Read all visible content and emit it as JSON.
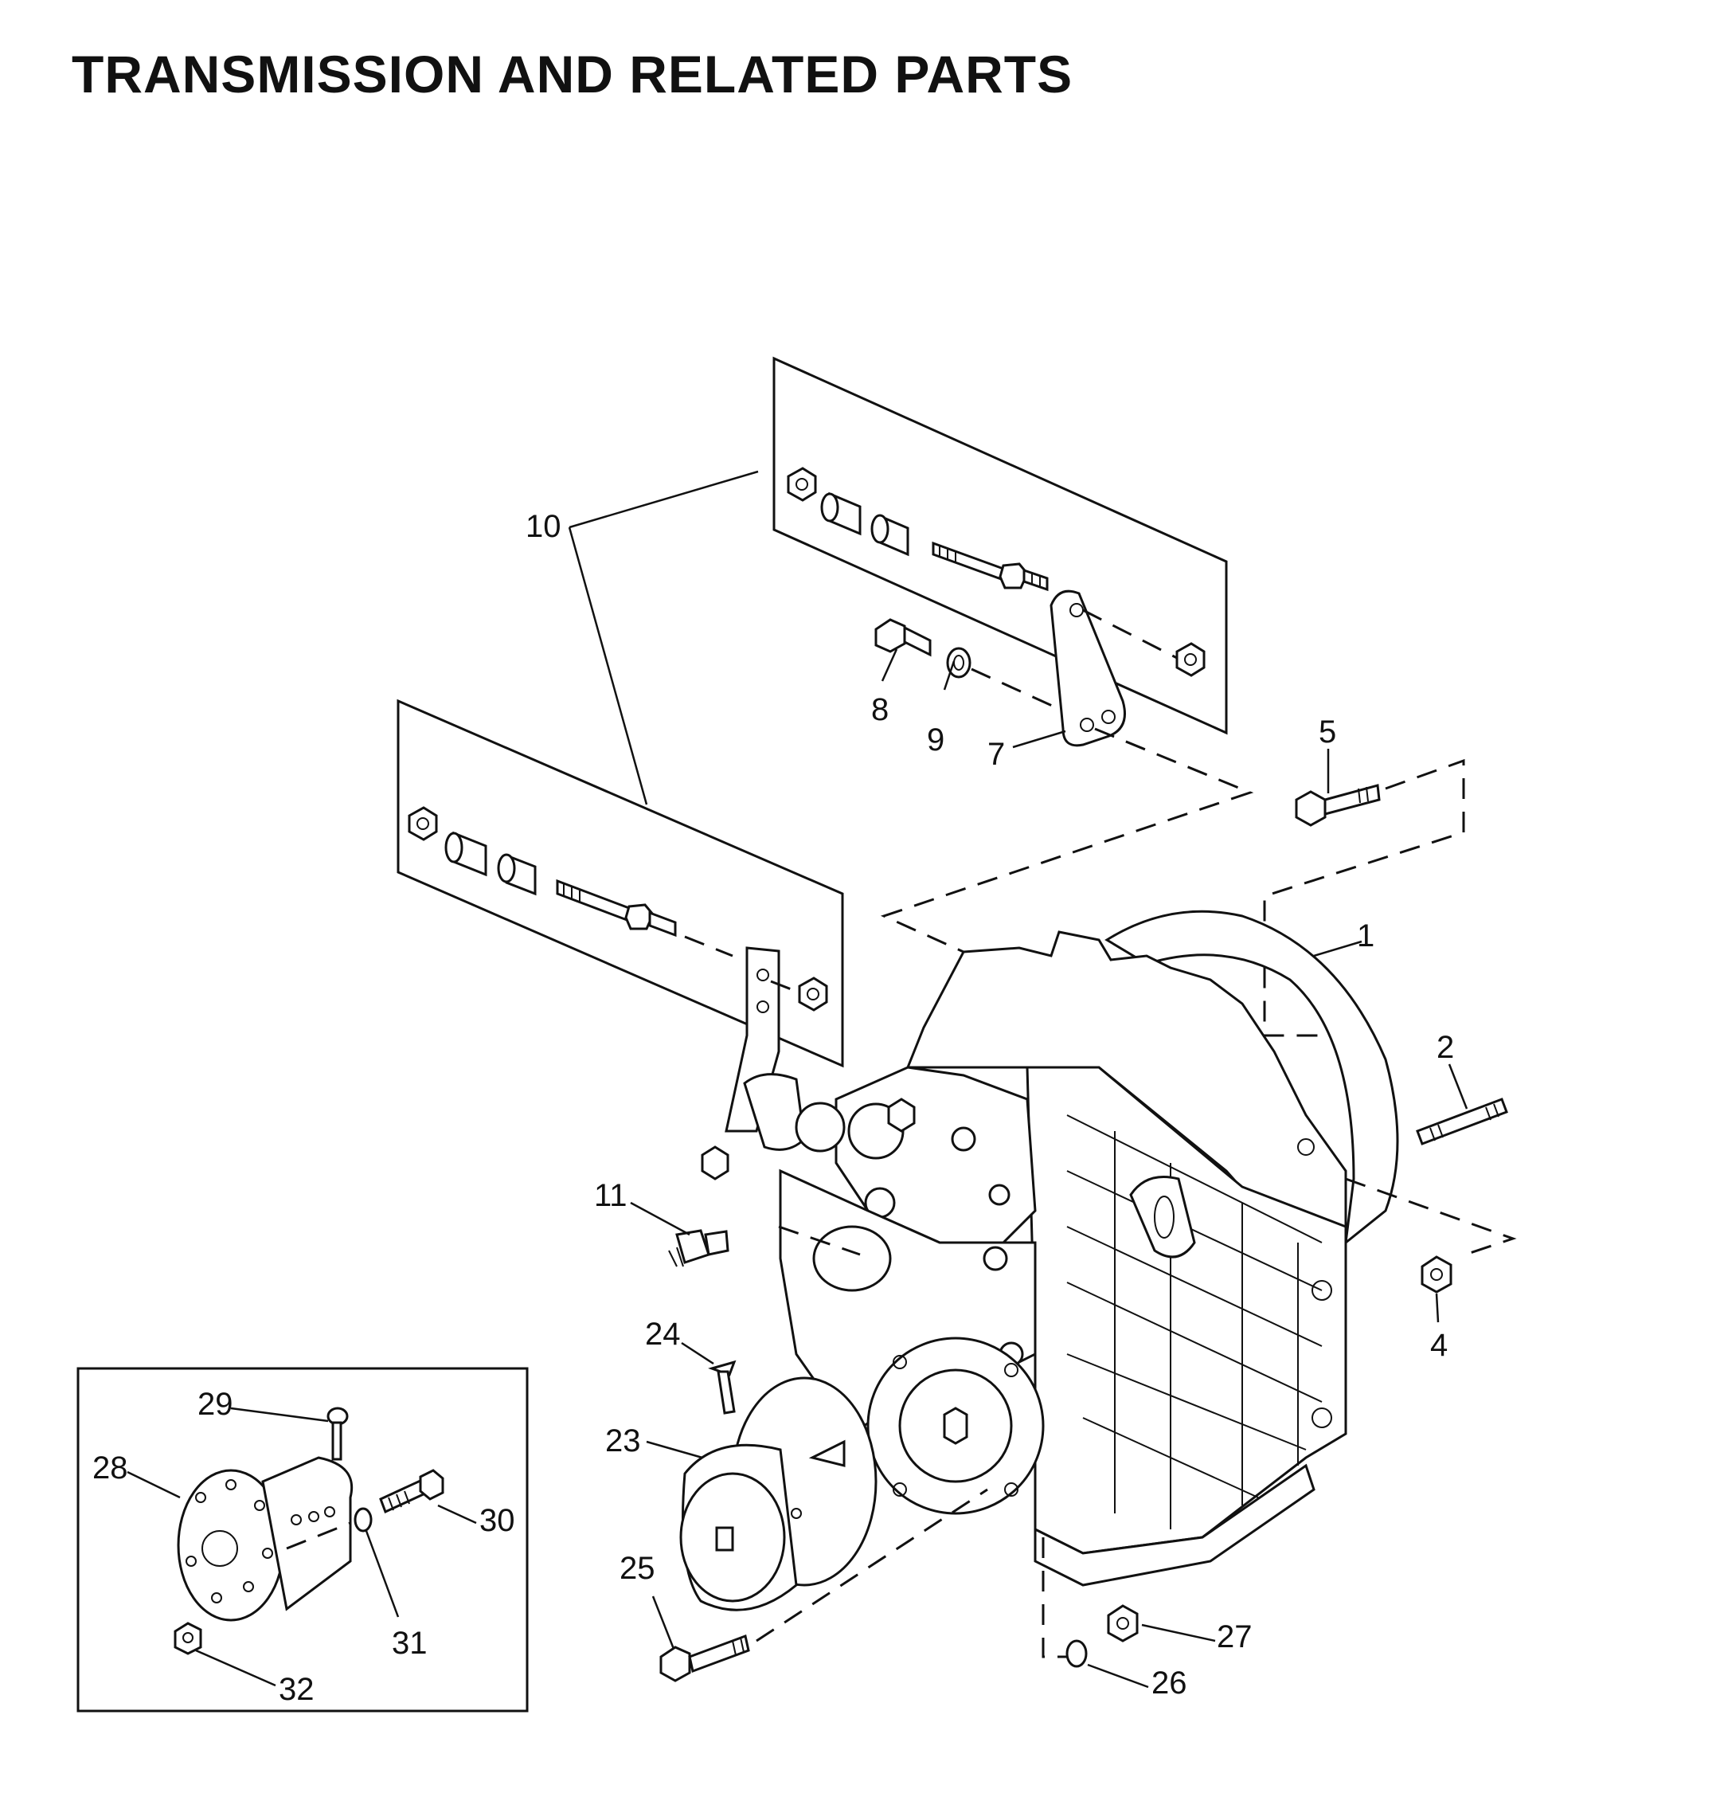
{
  "title": "TRANSMISSION AND RELATED PARTS",
  "callouts": {
    "c1": "1",
    "c2": "2",
    "c4": "4",
    "c5": "5",
    "c7": "7",
    "c8": "8",
    "c9": "9",
    "c10": "10",
    "c11": "11",
    "c23": "23",
    "c24": "24",
    "c25": "25",
    "c26": "26",
    "c27": "27",
    "c28": "28",
    "c29": "29",
    "c30": "30",
    "c31": "31",
    "c32": "32"
  }
}
